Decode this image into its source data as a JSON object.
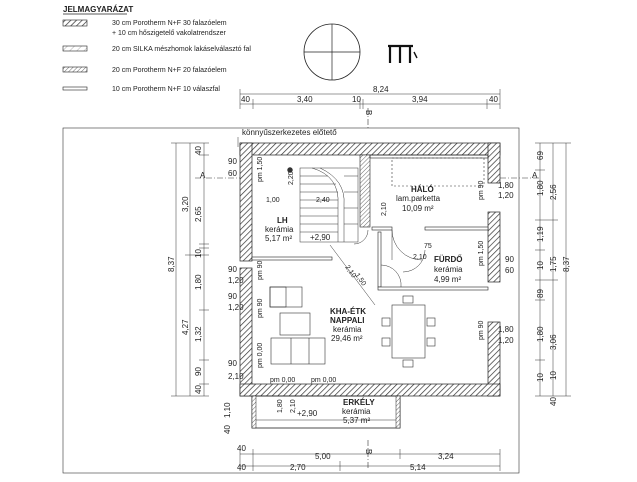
{
  "legend": {
    "title": "JELMAGYARÁZAT",
    "items": [
      {
        "text": "30 cm Porotherm N+F 30 falazóelem",
        "text2": "+ 10 cm hőszigetelő vakolatrendszer",
        "style": "hatch-thick"
      },
      {
        "text": "20 cm SILKA mészhomok lakáselválasztó fal",
        "style": "hatch-light"
      },
      {
        "text": "20 cm Porotherm N+F 20 falazóelem",
        "style": "hatch-dense"
      },
      {
        "text": "10 cm Porotherm N+F 10 válaszfal",
        "style": "thin"
      }
    ]
  },
  "rooms": [
    {
      "id": "halo",
      "name": "HÁLÓ",
      "floor": "lam.parketta",
      "area": "10,09 m²"
    },
    {
      "id": "lh",
      "name": "LH",
      "floor": "kerámia",
      "area": "5,17 m²"
    },
    {
      "id": "furdo",
      "name": "FÜRDŐ",
      "floor": "kerámia",
      "area": "4,99 m²"
    },
    {
      "id": "khaetk",
      "name": "KHA-ÉTK",
      "name2": "NAPPALI",
      "floor": "kerámia",
      "area": "29,46 m²"
    },
    {
      "id": "erkely",
      "name": "ERKÉLY",
      "floor": "kerámia",
      "area": "5,37 m²"
    }
  ],
  "annotations": {
    "canopy": "könnyűszerkezetes előtető",
    "section_a": "A",
    "section_b": "B",
    "level_stair": "+2,90",
    "level_balcony": "+2,90"
  },
  "dims_top": {
    "total": "8,24",
    "parts": [
      "40",
      "3,40",
      "10",
      "3,94",
      "40"
    ]
  },
  "dims_bottom": {
    "row1": [
      "40",
      "5,00",
      "3,24"
    ],
    "row2": [
      "40",
      "2,70",
      "5,14"
    ],
    "row3": [
      "40"
    ]
  },
  "dims_left": {
    "outer": "8,37",
    "mid": [
      "3,20",
      "4,27"
    ],
    "inner": [
      "40",
      "2,65",
      "10",
      "1,80",
      "1,32",
      "90",
      "40"
    ],
    "bal": [
      "1,10",
      "40"
    ]
  },
  "dims_right": {
    "outer": "8,37",
    "mid": [
      "2,56",
      "1,75",
      "3,06"
    ],
    "inner": [
      "69",
      "1,80",
      "1,19",
      "10",
      "89",
      "1,80"
    ],
    "extra": [
      "10",
      "10"
    ],
    "bottom": [
      "40"
    ]
  },
  "openings": [
    {
      "id": "o1",
      "top": "90",
      "bot": "60"
    },
    {
      "id": "o2",
      "top": "90",
      "bot": "1,20"
    },
    {
      "id": "o3",
      "top": "90",
      "bot": "1,20"
    },
    {
      "id": "o4",
      "top": "90",
      "bot": "2,10"
    },
    {
      "id": "o5",
      "top": "1,80",
      "bot": "1,20"
    },
    {
      "id": "o6",
      "top": "90",
      "bot": "60"
    },
    {
      "id": "o7",
      "top": "1,80",
      "bot": "1,20"
    }
  ],
  "inner_labels": {
    "pm150": "pm 1,50",
    "pm90": "pm 90",
    "pm000": "pm 0,00",
    "d220": "2,20",
    "d100": "1,00",
    "d240": "2,40",
    "d210": "2,10",
    "d150": "1,50",
    "d75": "75",
    "d180": "1,80"
  }
}
